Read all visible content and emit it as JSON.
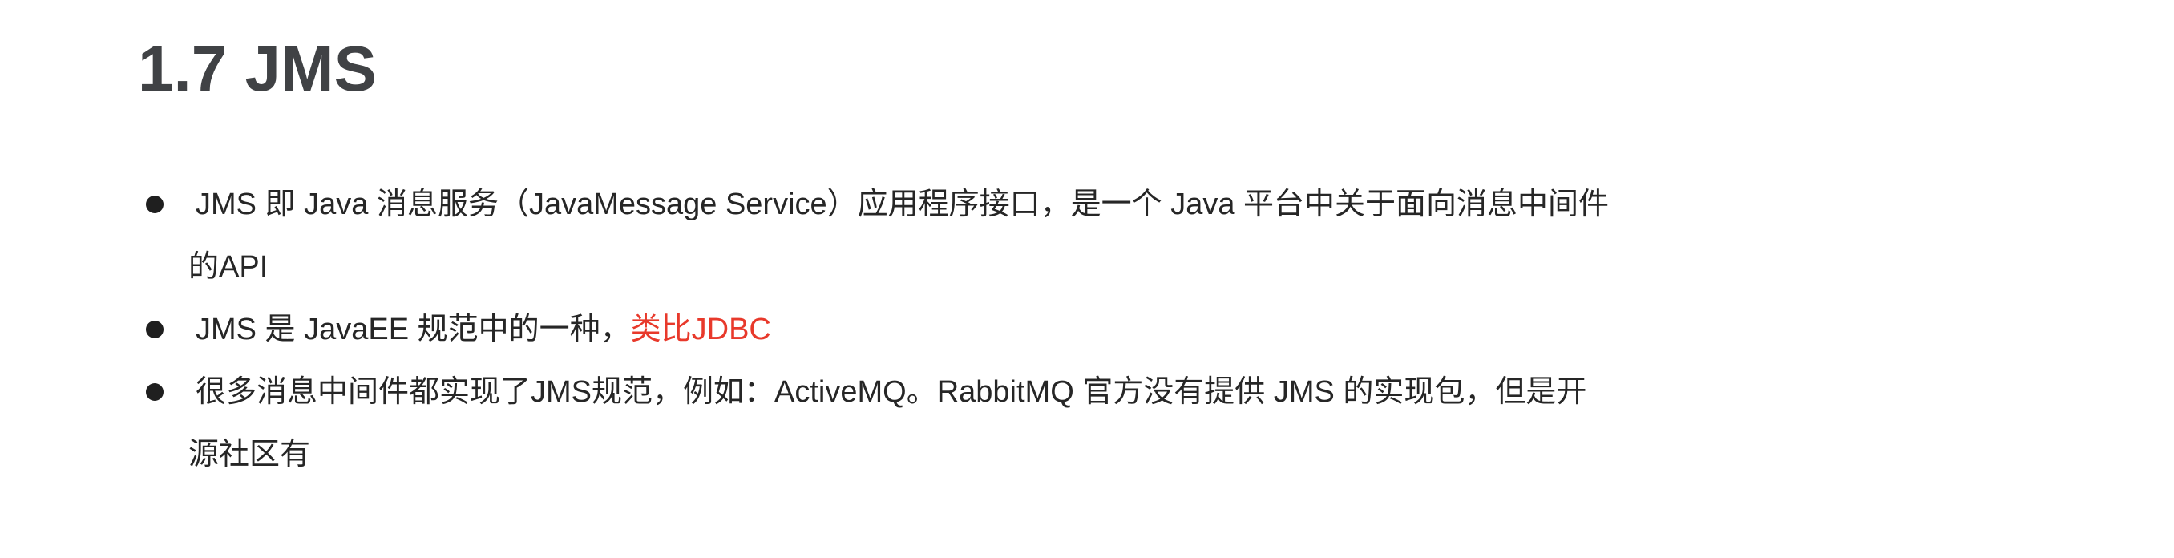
{
  "page": {
    "background": "#ffffff"
  },
  "colors": {
    "heading_text": "#404245",
    "body_text": "#262626",
    "highlight_red": "#e8392b",
    "bullet_marker": "#1f1f1f"
  },
  "heading": {
    "text": "1.7 JMS"
  },
  "list": {
    "items": [
      {
        "segments": [
          {
            "style": "normal",
            "text": "JMS 即 Java 消息服务（JavaMessage Service）应用程序接口，是一个 Java 平台中关于面向消息中间件\n的API"
          }
        ]
      },
      {
        "segments": [
          {
            "style": "normal",
            "text": "JMS 是 JavaEE 规范中的一种，"
          },
          {
            "style": "red",
            "text": "类比JDBC"
          }
        ]
      },
      {
        "segments": [
          {
            "style": "normal",
            "text": "很多消息中间件都实现了JMS规范，例如：ActiveMQ。RabbitMQ 官方没有提供 JMS 的实现包，但是开\n源社区有"
          }
        ]
      }
    ]
  }
}
